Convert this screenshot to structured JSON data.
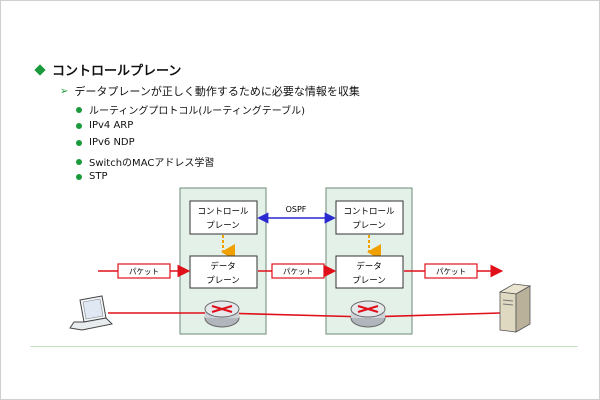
{
  "heading": "コントロールプレーン",
  "subheading": "データプレーンが正しく動作するために必要な情報を収集",
  "bullets": [
    "ルーティングプロトコル(ルーティングテーブル)",
    "IPv4 ARP",
    "IPv6 NDP",
    "SwitchのMACアドレス学習",
    "STP"
  ],
  "diagram": {
    "routers": [
      {
        "control_line1": "コントロール",
        "control_line2": "プレーン",
        "data_line1": "データ",
        "data_line2": "プレーン"
      },
      {
        "control_line1": "コントロール",
        "control_line2": "プレーン",
        "data_line1": "データ",
        "data_line2": "プレーン"
      }
    ],
    "ospf_label": "OSPF",
    "packet_labels": [
      "パケット",
      "パケット",
      "パケット"
    ]
  },
  "colors": {
    "accent": "#1a9a3a",
    "router_fill": "#e3f1e8",
    "packet_red": "#e0101a",
    "ospf_blue": "#2a2ad0",
    "dashed_orange": "#f0a000"
  },
  "icons": [
    "laptop-icon",
    "router-icon",
    "server-icon"
  ]
}
